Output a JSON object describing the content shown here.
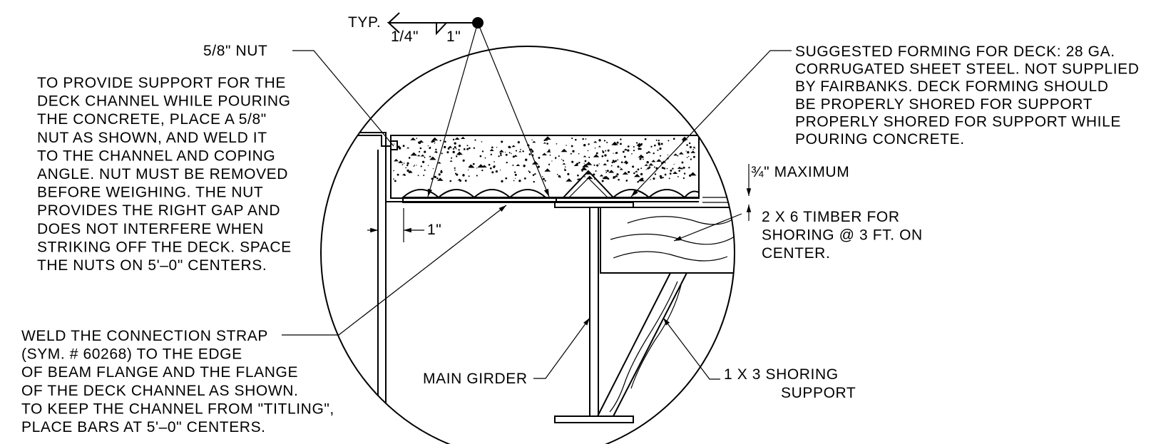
{
  "weld_symbol": {
    "typ": "TYP.",
    "size": "1/4\"",
    "length": "1\""
  },
  "callouts": {
    "nut": "5/8\" NUT",
    "nut_note": [
      "TO PROVIDE SUPPORT FOR THE",
      "DECK CHANNEL WHILE POURING",
      "THE CONCRETE, PLACE A 5/8\"",
      "NUT AS SHOWN, AND WELD IT",
      "TO THE CHANNEL AND COPING",
      "ANGLE. NUT MUST BE REMOVED",
      "BEFORE WEIGHING. THE NUT",
      "PROVIDES THE RIGHT GAP AND",
      "DOES NOT INTERFERE WHEN",
      "STRIKING OFF THE DECK. SPACE",
      "THE NUTS ON 5'–0\" CENTERS."
    ],
    "deck_forming": [
      "SUGGESTED FORMING FOR DECK: 28 GA.",
      "CORRUGATED SHEET STEEL. NOT SUPPLIED",
      "BY FAIRBANKS.  DECK FORMING SHOULD",
      "BE PROPERLY SHORED FOR SUPPORT",
      "PROPERLY SHORED FOR SUPPORT WHILE",
      "POURING CONCRETE."
    ],
    "maximum": "¾\" MAXIMUM",
    "timber": [
      "2 X 6 TIMBER FOR",
      "SHORING @ 3 FT. ON",
      "CENTER."
    ],
    "gap": "1\"",
    "strap_note": [
      "WELD THE CONNECTION STRAP",
      "(SYM. # 60268) TO THE EDGE",
      "OF BEAM FLANGE AND THE FLANGE",
      "OF THE DECK CHANNEL AS SHOWN.",
      "TO KEEP THE CHANNEL FROM \"TITLING\",",
      "PLACE BARS AT 5'–0\" CENTERS."
    ],
    "main_girder": "MAIN GIRDER",
    "shoring_support": [
      "1 X 3 SHORING",
      "SUPPORT"
    ]
  }
}
